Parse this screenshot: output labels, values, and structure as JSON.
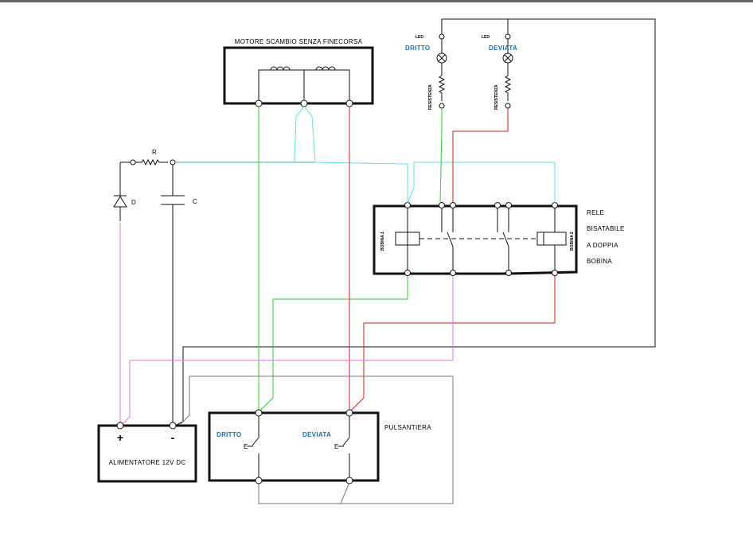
{
  "labels": {
    "motor_title": "MOTORE SCAMBIO SENZA FINECORSA",
    "resistor": "R",
    "diode": "D",
    "capacitor": "C",
    "relay_line1": "RELE",
    "relay_line2": "BISATABILE",
    "relay_line3": "A DOPPIA",
    "relay_line4": "BOBINA",
    "coil1": "BOBINA 1",
    "coil2": "BOBINA 2",
    "led1_tag": "LED",
    "led1_name": "DRITTO",
    "led2_tag": "LED",
    "led2_name": "DEVIATA",
    "res1": "RESISTENZA",
    "res2": "RESISTENZA",
    "psu_plus": "+",
    "psu_minus": "-",
    "psu_name": "ALIMENTATORE 12V DC",
    "panel_name": "PULSANTIERA",
    "btn1": "DRITTO",
    "btn2": "DEVIATA",
    "btn1_mark": "E",
    "btn2_mark": "E"
  },
  "colors": {
    "box": "#111111",
    "green_wire": "#33cc33",
    "red_wire": "#cc2222",
    "cyan_wire": "#66dde0",
    "pink_wire": "#e27ae2",
    "gray_wire": "#777777",
    "blue_text": "#1f6fb2"
  }
}
